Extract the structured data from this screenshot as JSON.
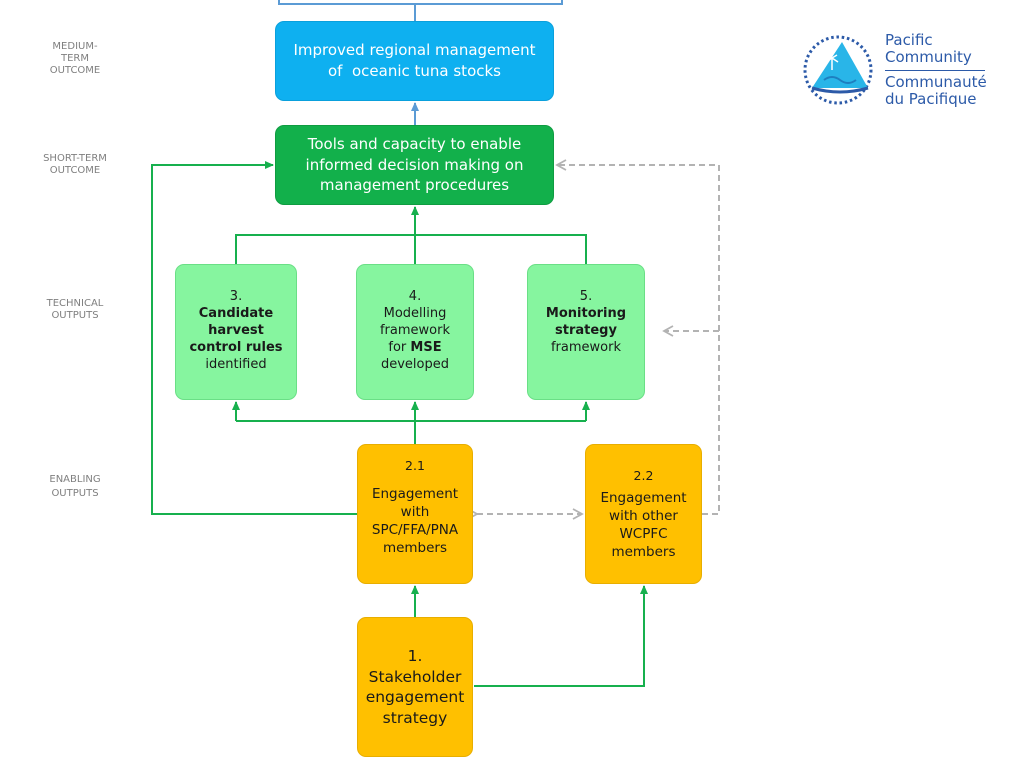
{
  "levels": {
    "medium_term": "MEDIUM-\nTERM\nOUTCOME",
    "short_term": "SHORT-TERM\nOUTCOME",
    "technical": "TECHNICAL\nOUTPUTS",
    "enabling": "ENABLING\nOUTPUTS"
  },
  "boxes": {
    "medium": {
      "line1": "Improved regional management",
      "line2": "of  oceanic tuna stocks"
    },
    "short": {
      "line1": "Tools and capacity to enable",
      "line2": "informed decision making on",
      "line3": "management procedures"
    },
    "out3": {
      "num": "3.",
      "line1": "Candidate",
      "line2": "harvest",
      "line3": "control rules",
      "line4": "identified"
    },
    "out4": {
      "num": "4.",
      "line1": "Modelling",
      "line2": "framework",
      "line3_pre": "for ",
      "line3_bold": "MSE",
      "line4": "developed"
    },
    "out5": {
      "num": "5.",
      "line1": "Monitoring",
      "line2": "strategy",
      "line3": "framework"
    },
    "out21": {
      "num": "2.1",
      "line1": "Engagement",
      "line2": "with",
      "line3": "SPC/FFA/PNA",
      "line4": "members"
    },
    "out22": {
      "num": "2.2",
      "line1": "Engagement",
      "line2": "with other",
      "line3": "WCPFC",
      "line4": "members"
    },
    "out1": {
      "num": "1.",
      "line1": "Stakeholder",
      "line2": "engagement",
      "line3": "strategy"
    }
  },
  "logo": {
    "en_line1": "Pacific",
    "en_line2": "Community",
    "fr_line1": "Communauté",
    "fr_line2": "du Pacifique"
  },
  "colors": {
    "blue": "#0eb0f0",
    "dark_green": "#12b04b",
    "light_green": "#86f59f",
    "amber": "#ffc000",
    "connector_green": "#17b04e",
    "connector_blue": "#5b9bd5",
    "dashed_grey": "#b3b3b3",
    "logo_blue": "#2c5aa8"
  }
}
